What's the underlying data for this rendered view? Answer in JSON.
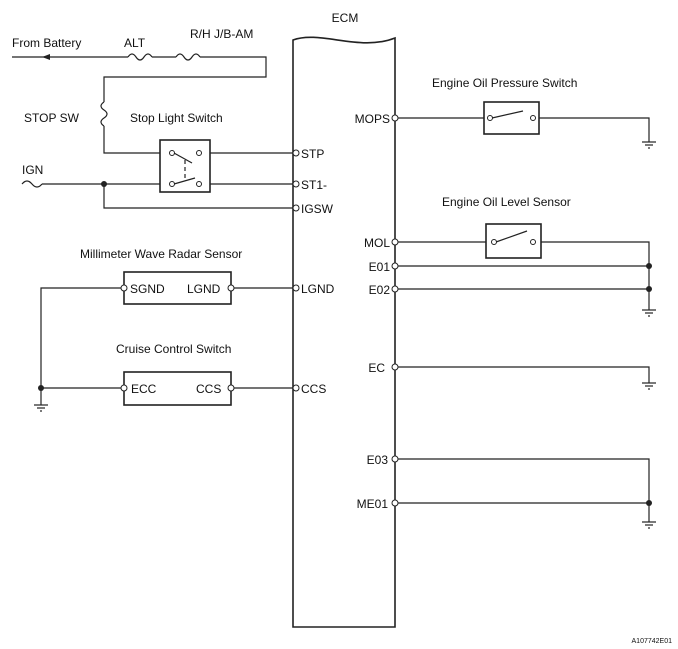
{
  "labels": {
    "ecm": "ECM",
    "from_battery": "From Battery",
    "alt": "ALT",
    "rh_jb_am": "R/H J/B-AM",
    "stop_sw": "STOP SW",
    "stop_light_switch": "Stop Light Switch",
    "ign": "IGN",
    "mm_wave_radar_sensor": "Millimeter Wave Radar Sensor",
    "sgnd": "SGND",
    "lgnd_sensor": "LGND",
    "cruise_control_switch": "Cruise Control Switch",
    "ecc": "ECC",
    "ccs_switch": "CCS",
    "engine_oil_pressure_switch": "Engine Oil Pressure Switch",
    "engine_oil_level_sensor": "Engine Oil Level Sensor",
    "figure_id": "A107742E01"
  },
  "ecm_left_pins": {
    "stp": "STP",
    "st1": "ST1-",
    "igsw": "IGSW",
    "lgnd": "LGND",
    "ccs": "CCS"
  },
  "ecm_right_pins": {
    "mops": "MOPS",
    "mol": "MOL",
    "e01": "E01",
    "e02": "E02",
    "ec": "EC",
    "e03": "E03",
    "me01": "ME01"
  }
}
